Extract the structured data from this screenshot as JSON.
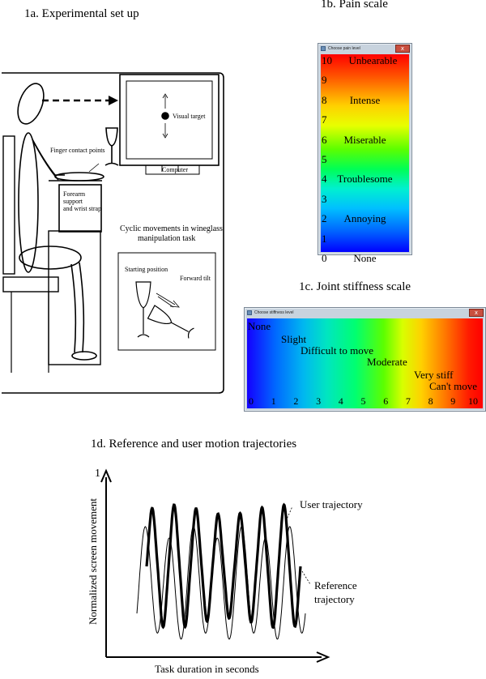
{
  "headings": {
    "setup": "1a. Experimental set up",
    "pain": "1b. Pain scale",
    "stiffness": "1c. Joint stiffness scale",
    "trajectories": "1d. Reference and user motion trajectories"
  },
  "setup_diagram": {
    "visual_target": "Visual target",
    "computer": "Computer",
    "finger_contact": "Finger contact points",
    "forearm_line1": "Forearm",
    "forearm_line2": "support",
    "forearm_line3": "and wrist strap",
    "cyclic_line1": "Cyclic movements in wineglass",
    "cyclic_line2": "manipulation task",
    "starting_position": "Starting position",
    "forward_tilt": "Forward  tilt"
  },
  "pain_window": {
    "title": "Choose pain level",
    "close": "x",
    "numbers": [
      "10",
      "9",
      "8",
      "7",
      "6",
      "5",
      "4",
      "3",
      "2",
      "1",
      "0"
    ],
    "labels": {
      "10": "Unbearable",
      "8": "Intense",
      "6": "Miserable",
      "4": "Troublesome",
      "2": "Annoying",
      "0": "None"
    }
  },
  "stiffness_window": {
    "title": "Choose stiffness level",
    "close": "x",
    "ticks": [
      "0",
      "1",
      "2",
      "3",
      "4",
      "5",
      "6",
      "7",
      "8",
      "9",
      "10"
    ],
    "labels": [
      "None",
      "Slight",
      "Difficult to move",
      "Moderate",
      "Very stiff",
      "Can't move"
    ]
  },
  "trajectory_chart": {
    "y_top_tick": "1",
    "ylabel": "Normalized screen movement",
    "xlabel": "Task duration in seconds",
    "user_label": "User trajectory",
    "reference_label_line1": "Reference",
    "reference_label_line2": "trajectory"
  }
}
